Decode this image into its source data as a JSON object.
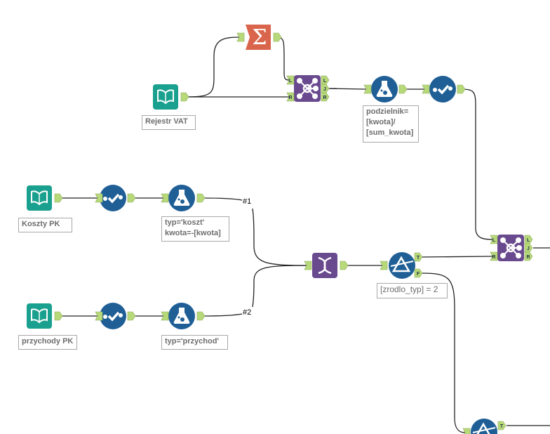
{
  "colors": {
    "input_tool": "#1aa08e",
    "preparation_tool": "#1f5f96",
    "join_tool": "#6a4a8f",
    "summarize_tool": "#d9664c",
    "anchor": "#b8d97a",
    "connection": "#222222"
  },
  "tools": {
    "rejestr_vat": {
      "type": "input-data",
      "icon": "book-icon",
      "label": "Rejestr VAT"
    },
    "summarize": {
      "type": "summarize",
      "icon": "sigma-icon"
    },
    "join_top": {
      "type": "join",
      "icon": "join-icon",
      "anchors_in": [
        "L",
        "R"
      ],
      "anchors_out": [
        "L",
        "J",
        "R"
      ]
    },
    "formula_top": {
      "type": "formula",
      "icon": "flask-icon",
      "label": "podzielnik=\n[kwota]/\n[sum_kwota]"
    },
    "select_top": {
      "type": "select",
      "icon": "check-icon"
    },
    "koszty_pk": {
      "type": "input-data",
      "icon": "book-icon",
      "label": "Koszty PK"
    },
    "select_koszty": {
      "type": "select",
      "icon": "check-icon"
    },
    "formula_koszty": {
      "type": "formula",
      "icon": "flask-icon",
      "label": "typ='koszt'\nkwota=-[kwota]"
    },
    "przychody_pk": {
      "type": "input-data",
      "icon": "book-icon",
      "label": "przychody PK"
    },
    "select_przychody": {
      "type": "select",
      "icon": "check-icon"
    },
    "formula_przychody": {
      "type": "formula",
      "icon": "flask-icon",
      "label": "typ='przychod'"
    },
    "union": {
      "type": "union",
      "icon": "dna-icon"
    },
    "filter": {
      "type": "filter",
      "icon": "prism-icon",
      "label": "[zrodlo_typ] = 2",
      "anchors_out": [
        "T",
        "F"
      ]
    },
    "join_right": {
      "type": "join",
      "icon": "join-icon",
      "anchors_in": [
        "L",
        "R"
      ],
      "anchors_out": [
        "L",
        "J",
        "R"
      ]
    },
    "filter_bottom": {
      "type": "filter",
      "icon": "prism-icon",
      "anchors_out": [
        "T"
      ]
    }
  },
  "connection_labels": {
    "union_input_1": "#1",
    "union_input_2": "#2"
  }
}
